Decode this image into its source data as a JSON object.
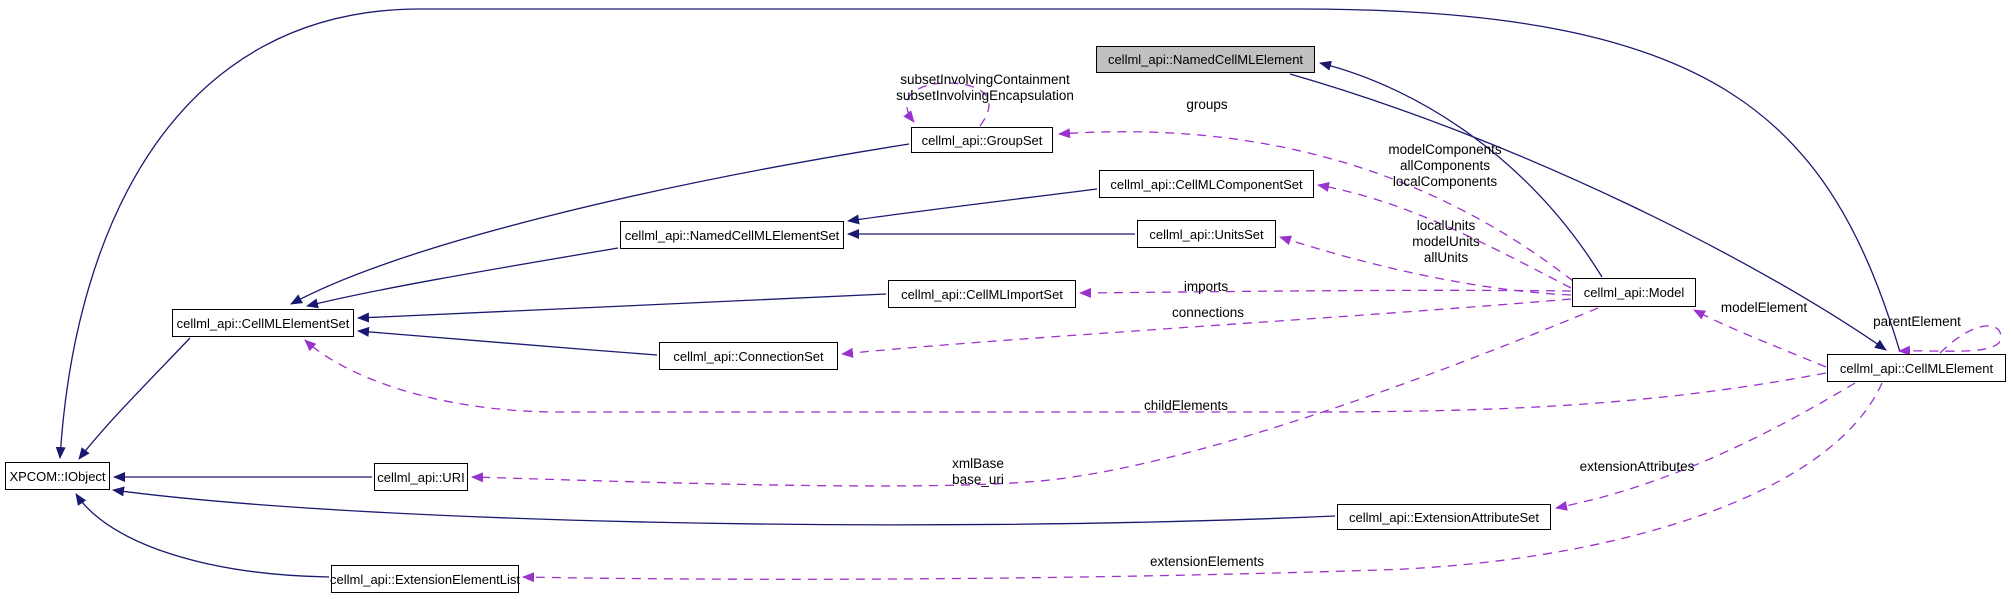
{
  "diagram": {
    "type": "doxygen-collaboration-graph",
    "colors": {
      "inheritance_edge": "#191970",
      "collaboration_edge": "#9a32cd",
      "main_node_fill": "#c0c0c0",
      "node_border": "#000000",
      "background": "#ffffff"
    },
    "nodes": [
      {
        "label": "XPCOM::IObject"
      },
      {
        "label": "cellml_api::CellMLElementSet"
      },
      {
        "label": "cellml_api::NamedCellMLElementSet"
      },
      {
        "label": "cellml_api::GroupSet"
      },
      {
        "label": "cellml_api::CellMLComponentSet"
      },
      {
        "label": "cellml_api::UnitsSet"
      },
      {
        "label": "cellml_api::CellMLImportSet"
      },
      {
        "label": "cellml_api::ConnectionSet"
      },
      {
        "label": "cellml_api::Model"
      },
      {
        "label": "cellml_api::CellMLElement"
      },
      {
        "label": "cellml_api::URI"
      },
      {
        "label": "cellml_api::ExtensionAttributeSet"
      },
      {
        "label": "cellml_api::ExtensionElementList"
      },
      {
        "label": "cellml_api::NamedCellMLElement",
        "highlighted": true
      }
    ],
    "edge_labels": [
      {
        "text": "subsetInvolvingContainment\nsubsetInvolvingEncapsulation"
      },
      {
        "text": "groups"
      },
      {
        "text": "modelComponents\nallComponents\nlocalComponents"
      },
      {
        "text": "localUnits\nmodelUnits\nallUnits"
      },
      {
        "text": "imports"
      },
      {
        "text": "connections"
      },
      {
        "text": "childElements"
      },
      {
        "text": "xmlBase\nbase_uri"
      },
      {
        "text": "modelElement"
      },
      {
        "text": "parentElement"
      },
      {
        "text": "extensionAttributes"
      },
      {
        "text": "extensionElements"
      }
    ]
  }
}
